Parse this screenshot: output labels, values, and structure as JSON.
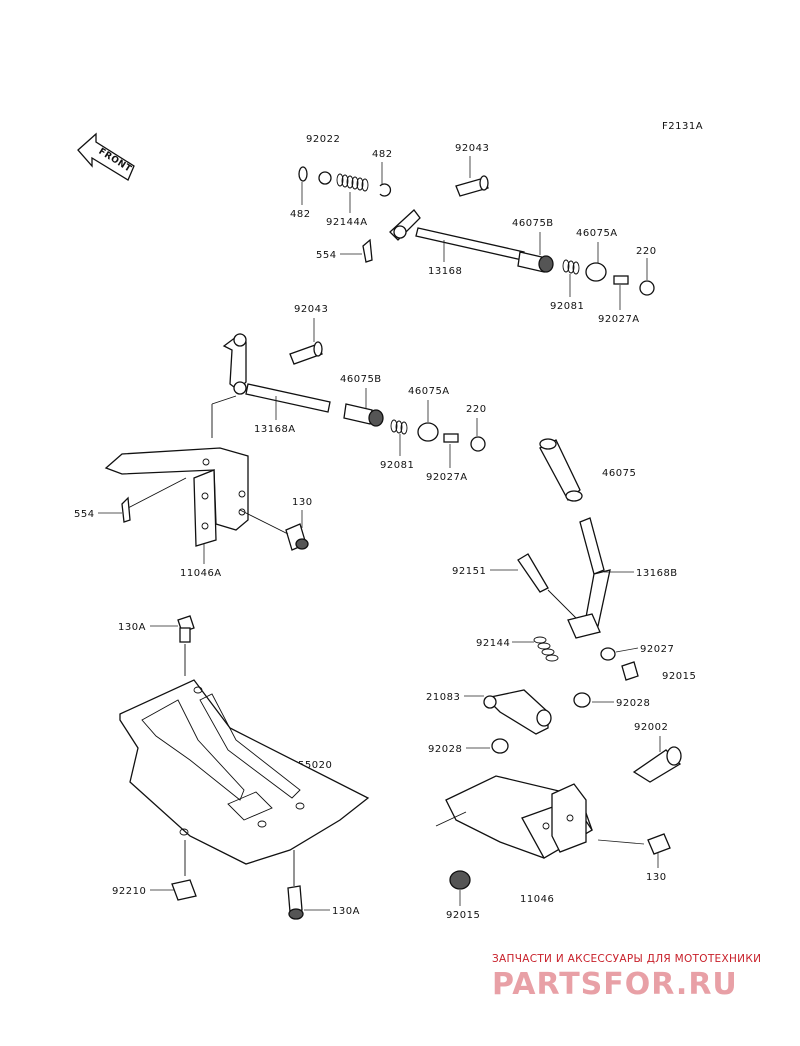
{
  "diagram_code": "F2131A",
  "front_label": "FRONT",
  "callouts": [
    "92022",
    "482",
    "92043",
    "482",
    "92144A",
    "554",
    "46075B",
    "46075A",
    "220",
    "13168",
    "92081",
    "92027A",
    "92043",
    "46075B",
    "46075A",
    "220",
    "13168A",
    "92081",
    "92027A",
    "554",
    "130",
    "11046A",
    "46075",
    "92151",
    "13168B",
    "92144",
    "92027",
    "92015",
    "130A",
    "55020",
    "92210",
    "130A",
    "21083",
    "92028",
    "92028",
    "92002",
    "130",
    "92015",
    "11046"
  ],
  "watermark": {
    "tagline": "ЗАПЧАСТИ И АКСЕССУАРЫ ДЛЯ МОТОТЕХНИКИ",
    "brand": "PARTSFOR.RU"
  }
}
